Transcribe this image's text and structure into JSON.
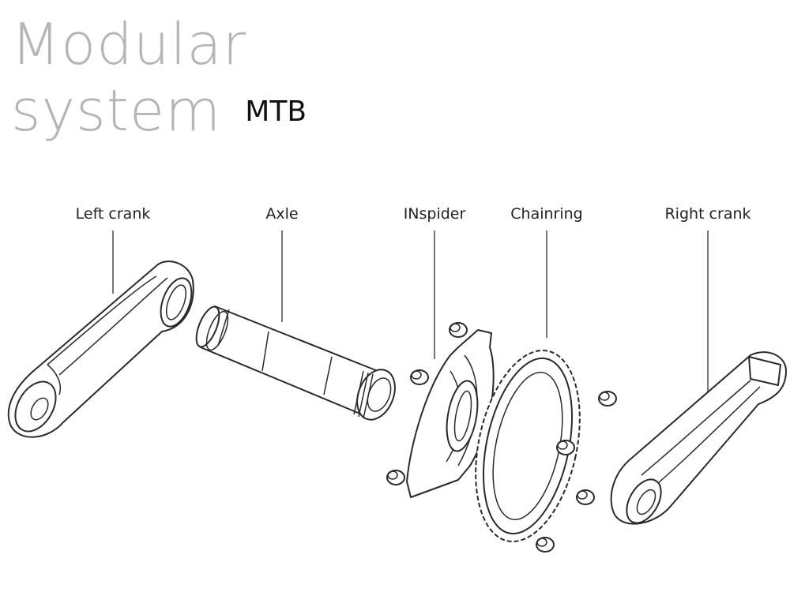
{
  "title": {
    "line1": "Modular",
    "line2": "system",
    "tag": "MTB"
  },
  "labels": {
    "left_crank": "Left crank",
    "axle": "Axle",
    "inspider": "INspider",
    "chainring": "Chainring",
    "right_crank": "Right crank"
  }
}
